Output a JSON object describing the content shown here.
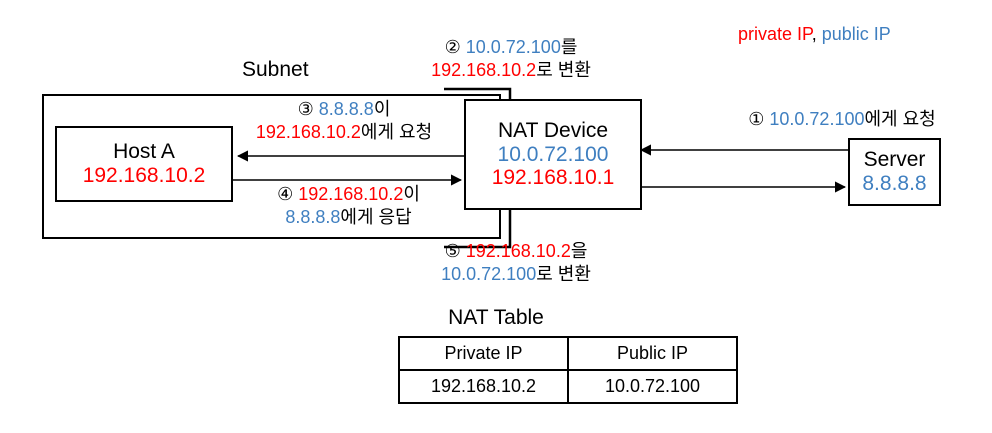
{
  "colors": {
    "private_ip": "#ff0000",
    "public_ip": "#3f7fc0",
    "text": "#000000",
    "line": "#000000",
    "background": "#ffffff"
  },
  "legend": {
    "private_label": "private IP",
    "separator": ", ",
    "public_label": "public IP"
  },
  "subnet": {
    "label": "Subnet"
  },
  "nodes": {
    "host_a": {
      "title": "Host A",
      "ip": "192.168.10.2",
      "ip_type": "private"
    },
    "nat_device": {
      "title": "NAT Device",
      "public_ip": "10.0.72.100",
      "private_ip": "192.168.10.1"
    },
    "server": {
      "title": "Server",
      "ip": "8.8.8.8",
      "ip_type": "public"
    }
  },
  "steps": {
    "step1": {
      "marker": "① ",
      "line1_ip": "10.0.72.100",
      "line1_suffix": "에게 요청"
    },
    "step2": {
      "marker": "② ",
      "line1_ip": "10.0.72.100",
      "line1_suffix": "를",
      "line2_ip": "192.168.10.2",
      "line2_suffix": "로 변환"
    },
    "step3": {
      "marker": "③ ",
      "line1_ip": "8.8.8.8",
      "line1_suffix": "이",
      "line2_ip": "192.168.10.2",
      "line2_suffix": "에게 요청"
    },
    "step4": {
      "marker": "④ ",
      "line1_ip": "192.168.10.2",
      "line1_suffix": "이",
      "line2_ip": "8.8.8.8",
      "line2_suffix": "에게 응답"
    },
    "step5": {
      "marker": "⑤ ",
      "line1_ip": "192.168.10.2",
      "line1_suffix": "을",
      "line2_ip": "10.0.72.100",
      "line2_suffix": "로 변환"
    }
  },
  "nat_table": {
    "title": "NAT Table",
    "headers": [
      "Private IP",
      "Public IP"
    ],
    "rows": [
      [
        "192.168.10.2",
        "10.0.72.100"
      ]
    ]
  }
}
